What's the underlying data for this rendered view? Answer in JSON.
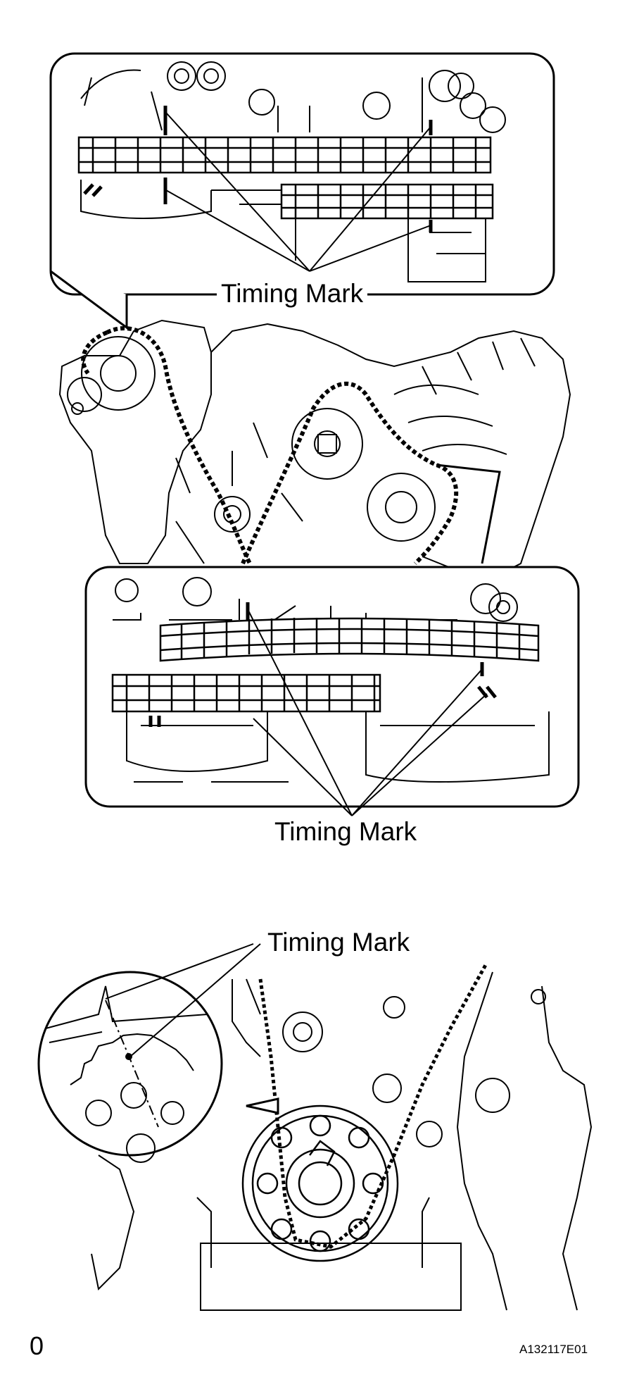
{
  "callouts": {
    "top_label": "Timing Mark",
    "middle_label": "Timing Mark",
    "bottom_label": "Timing Mark"
  },
  "corner_mark": "0",
  "figure_code": "A132117E01",
  "colors": {
    "line": "#000000",
    "background": "#ffffff"
  }
}
